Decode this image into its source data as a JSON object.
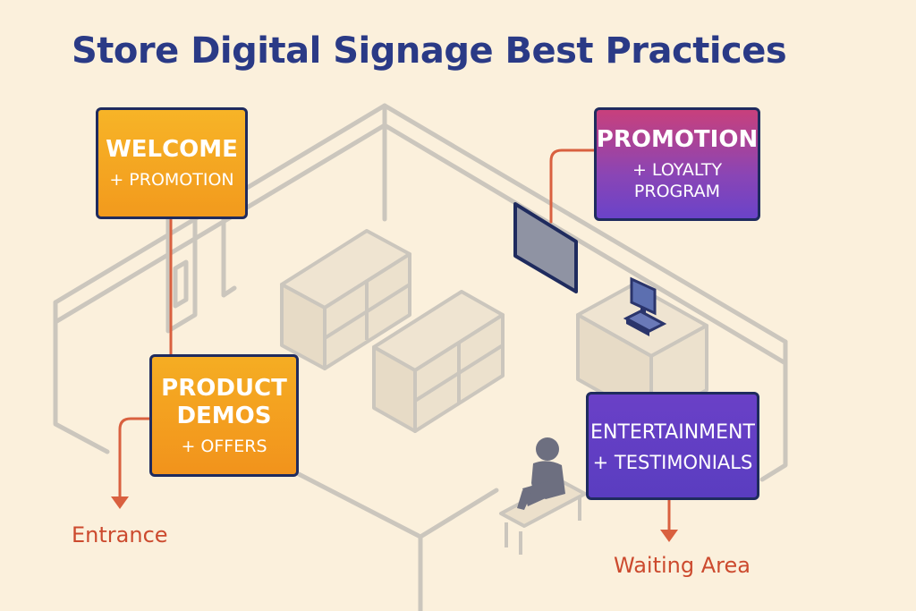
{
  "title": "Store Digital Signage Best Practices",
  "signs": {
    "welcome": {
      "main": "WELCOME",
      "sub": "+ PROMOTION"
    },
    "product": {
      "line1": "PRODUCT",
      "line2": "DEMOS",
      "sub": "+ OFFERS"
    },
    "promotion": {
      "main": "PROMOTION",
      "line1": "+ LOYALTY",
      "line2": "PROGRAM"
    },
    "entertainment": {
      "main": "ENTERTAINMENT",
      "sub": "+ TESTIMONIALS"
    }
  },
  "locations": {
    "entrance": "Entrance",
    "waiting": "Waiting Area"
  },
  "colors": {
    "title": "#2a3a86",
    "connector": "#d9603f",
    "label": "#cc4a2e",
    "outline": "#c8c3bb",
    "shelf_fill": "#ece0cb",
    "sign_border": "#1f2b5e"
  }
}
